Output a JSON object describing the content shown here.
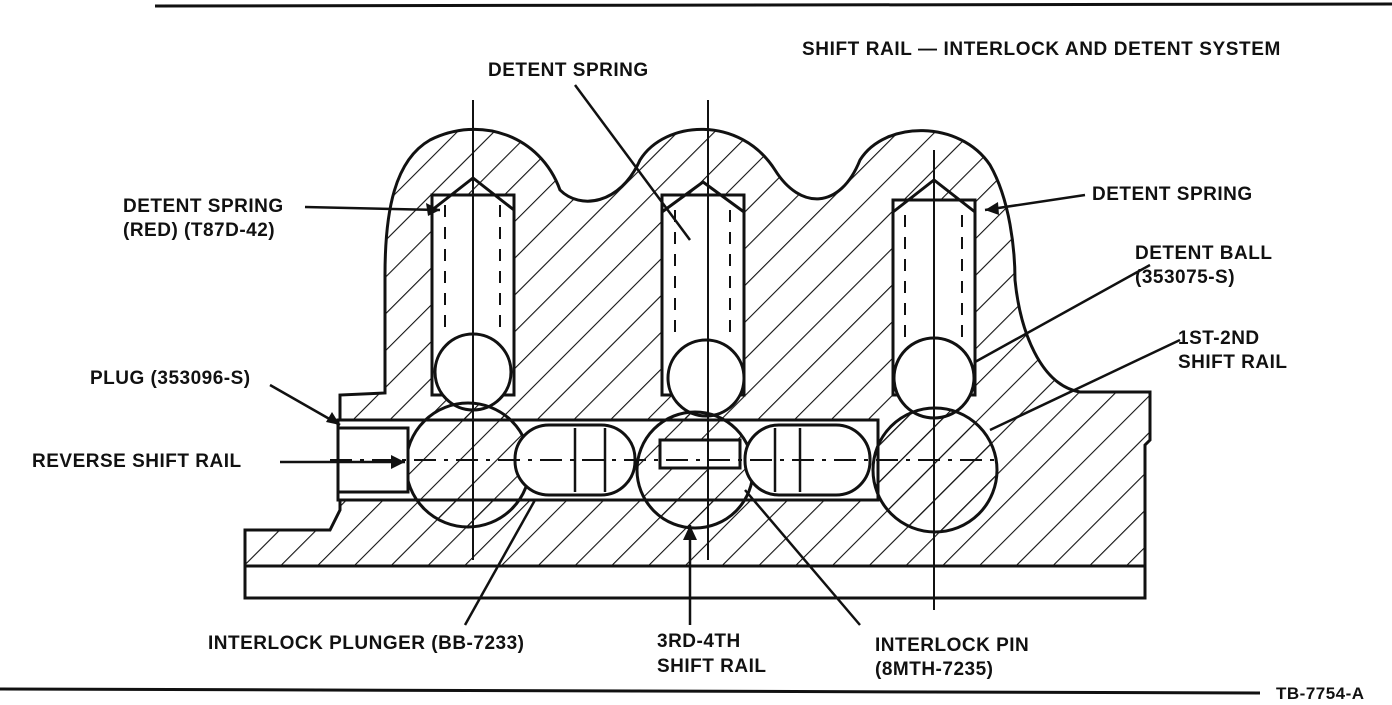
{
  "title": "SHIFT RAIL — INTERLOCK AND DETENT SYSTEM",
  "figure_code": "TB-7754-A",
  "labels": {
    "detent_spring_top": "DETENT SPRING",
    "detent_spring_red_line1": "DETENT SPRING",
    "detent_spring_red_line2": "(RED) (T87D-42)",
    "detent_spring_right": "DETENT SPRING",
    "detent_ball_line1": "DETENT BALL",
    "detent_ball_line2": "(353075-S)",
    "first_second_rail_line1": "1ST-2ND",
    "first_second_rail_line2": "SHIFT RAIL",
    "plug": "PLUG (353096-S)",
    "reverse_shift_rail": "REVERSE SHIFT RAIL",
    "interlock_plunger": "INTERLOCK PLUNGER (BB-7233)",
    "third_fourth_rail_line1": "3RD-4TH",
    "third_fourth_rail_line2": "SHIFT RAIL",
    "interlock_pin_line1": "INTERLOCK PIN",
    "interlock_pin_line2": "(8MTH-7235)"
  }
}
